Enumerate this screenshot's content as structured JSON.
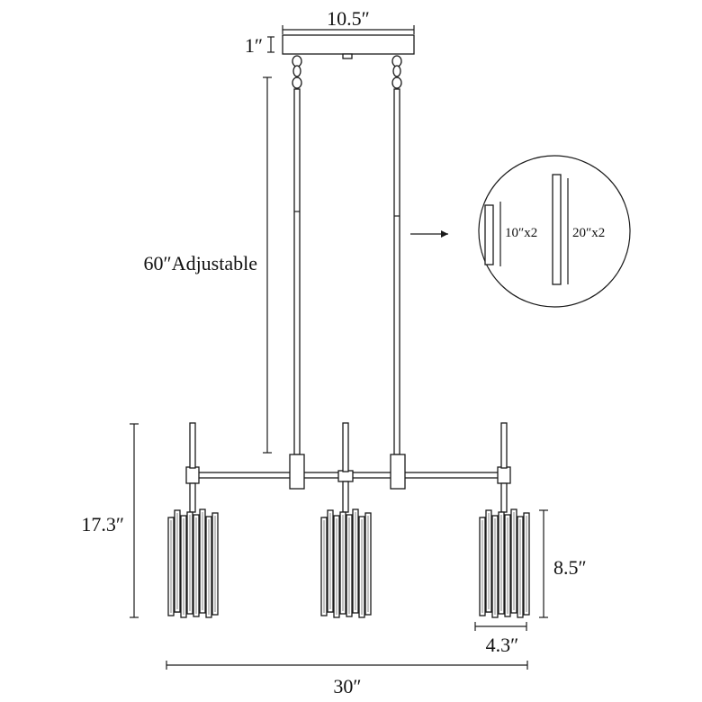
{
  "dimensions": {
    "canopy_width": "10.5″",
    "canopy_height": "1″",
    "rod_length": "60″Adjustable",
    "fixture_height": "17.3″",
    "shade_height": "8.5″",
    "shade_width": "4.3″",
    "overall_width": "30″"
  },
  "rods_detail": {
    "short_rods": "10″x2",
    "long_rods": "20″x2"
  },
  "colors": {
    "line": "#1a1a1a",
    "background": "#ffffff"
  }
}
